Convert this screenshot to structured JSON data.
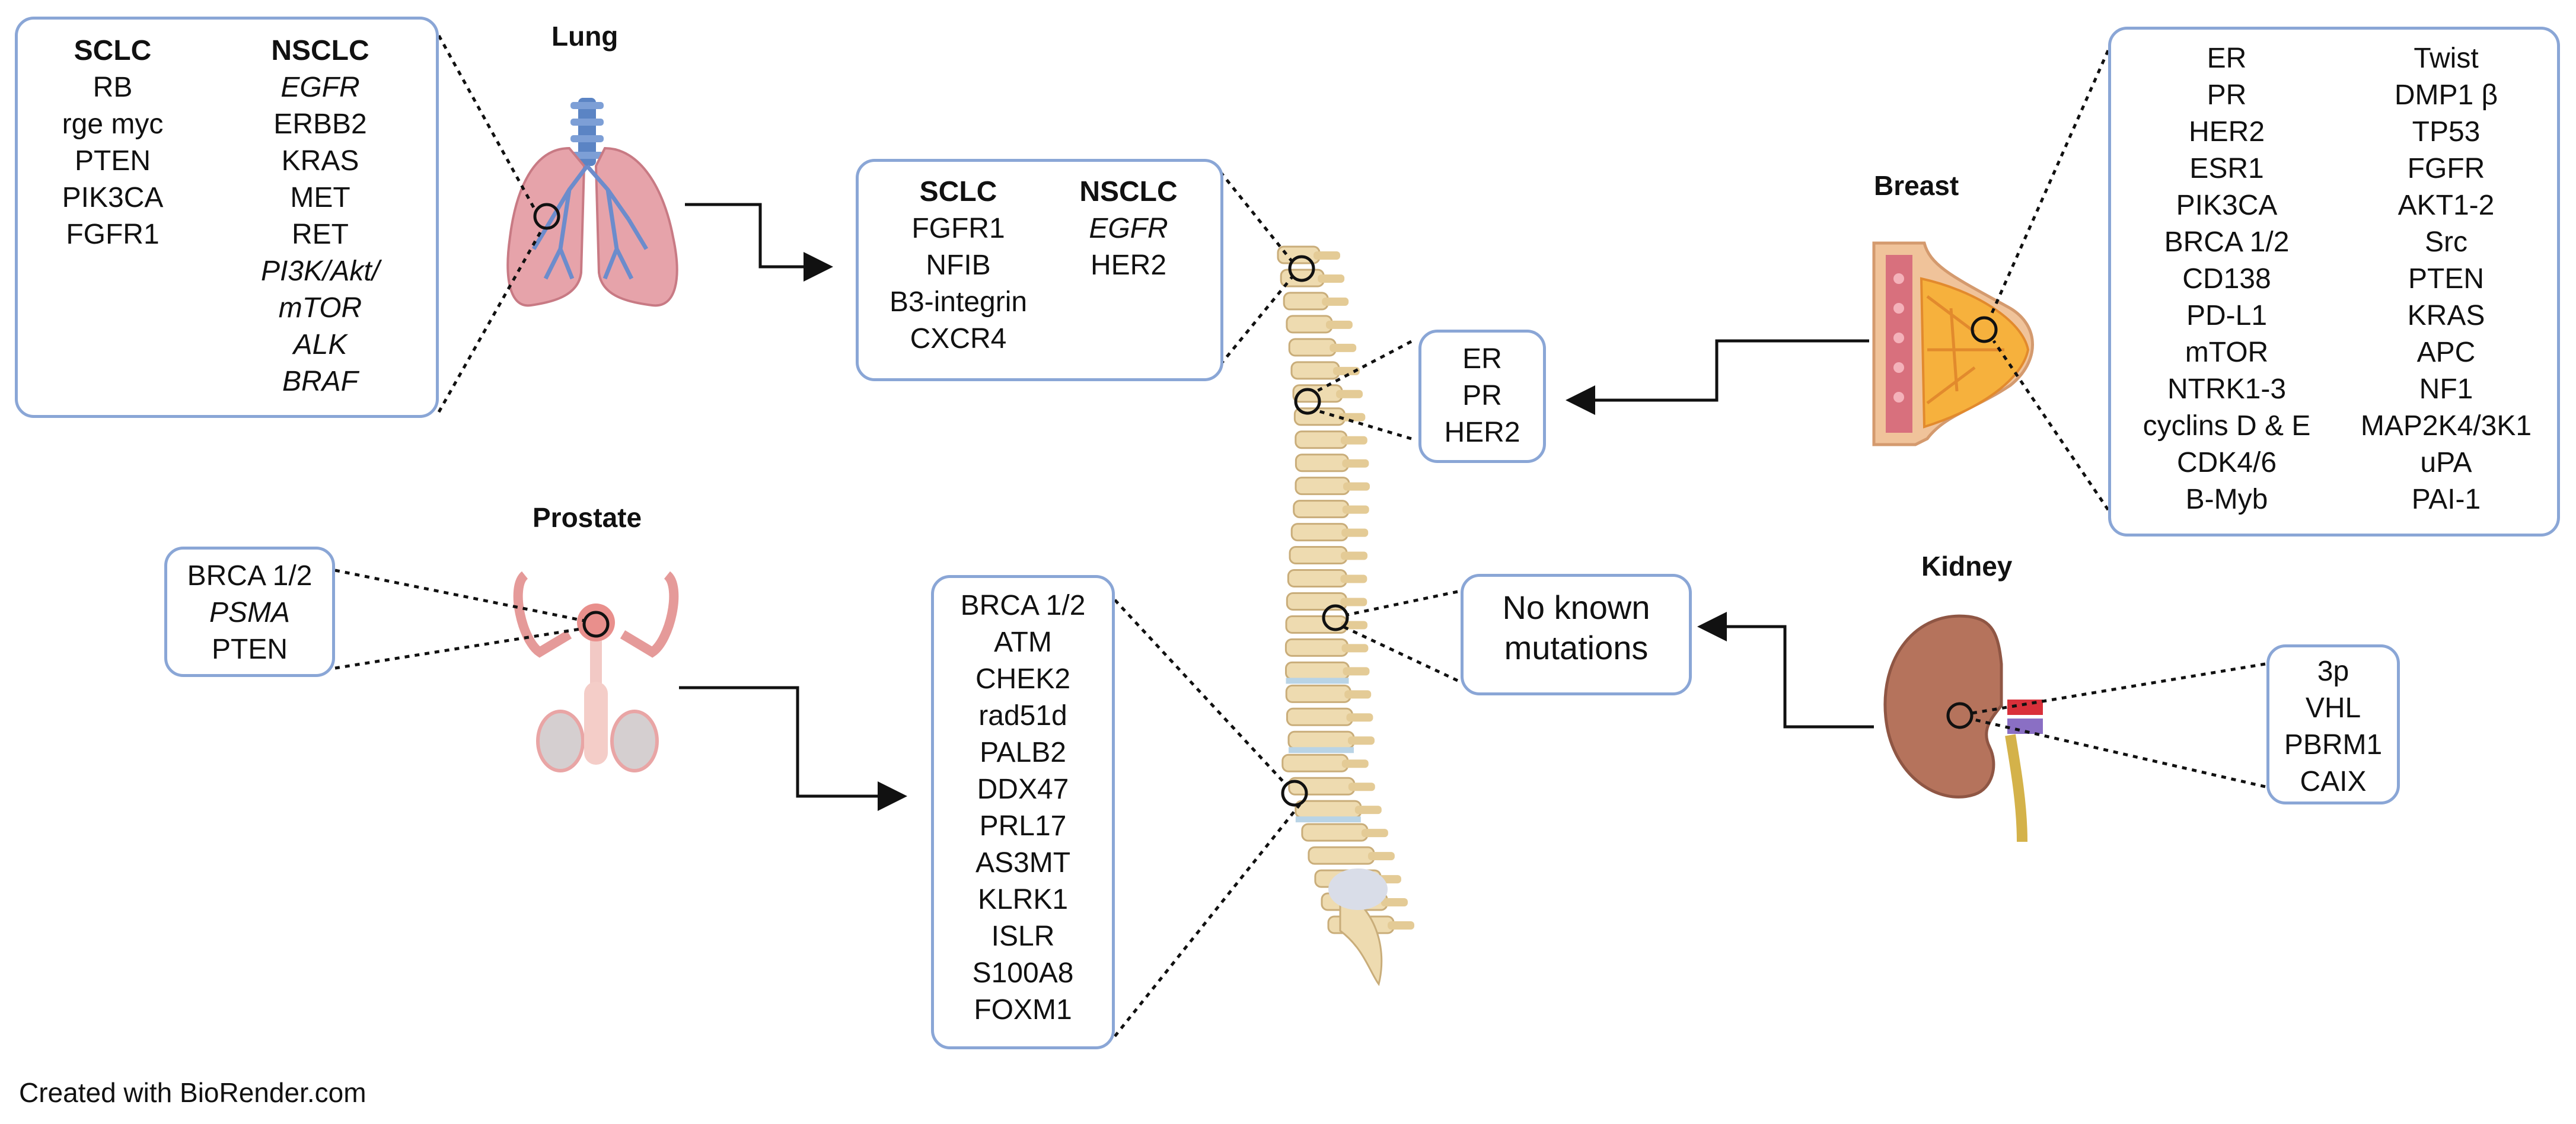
{
  "organs": {
    "lung": "Lung",
    "breast": "Breast",
    "prostate": "Prostate",
    "kidney": "Kidney"
  },
  "lung_box": {
    "sclc_header": "SCLC",
    "sclc": [
      "RB",
      "rge myc",
      "PTEN",
      "PIK3CA",
      "FGFR1"
    ],
    "nsclc_header": "NSCLC",
    "nsclc": [
      {
        "text": "EGFR",
        "italic": true
      },
      {
        "text": "ERBB2",
        "italic": false
      },
      {
        "text": "KRAS",
        "italic": false
      },
      {
        "text": "MET",
        "italic": false
      },
      {
        "text": "RET",
        "italic": false
      },
      {
        "text": "PI3K/Akt/",
        "italic": true
      },
      {
        "text": "mTOR",
        "italic": true
      },
      {
        "text": "ALK",
        "italic": true
      },
      {
        "text": "BRAF",
        "italic": true
      }
    ]
  },
  "spine_lung_box": {
    "sclc_header": "SCLC",
    "sclc": [
      "FGFR1",
      "NFIB",
      "B3-integrin",
      "CXCR4"
    ],
    "nsclc_header": "NSCLC",
    "nsclc": [
      {
        "text": "EGFR",
        "italic": true
      },
      {
        "text": "HER2",
        "italic": false
      }
    ]
  },
  "spine_breast_box": [
    "ER",
    "PR",
    "HER2"
  ],
  "breast_box": {
    "left": [
      "ER",
      "PR",
      "HER2",
      "ESR1",
      "PIK3CA",
      "BRCA 1/2",
      "CD138",
      "PD-L1",
      "mTOR",
      "NTRK1-3",
      "cyclins D & E",
      "CDK4/6",
      "B-Myb"
    ],
    "right": [
      "Twist",
      "DMP1 β",
      "TP53",
      "FGFR",
      "AKT1-2",
      "Src",
      "PTEN",
      "KRAS",
      "APC",
      "NF1",
      "MAP2K4/3K1",
      "uPA",
      "PAI-1"
    ]
  },
  "prostate_box": [
    {
      "text": "BRCA 1/2",
      "italic": false
    },
    {
      "text": "PSMA",
      "italic": true
    },
    {
      "text": "PTEN",
      "italic": false
    }
  ],
  "spine_prostate_box": [
    "BRCA 1/2",
    "ATM",
    "CHEK2",
    "rad51d",
    "PALB2",
    "DDX47",
    "PRL17",
    "AS3MT",
    "KLRK1",
    "ISLR",
    "S100A8",
    "FOXM1"
  ],
  "spine_kidney_box": [
    "No known",
    "mutations"
  ],
  "kidney_box": [
    "3p",
    "VHL",
    "PBRM1",
    "CAIX"
  ],
  "footer": "Created with BioRender.com"
}
